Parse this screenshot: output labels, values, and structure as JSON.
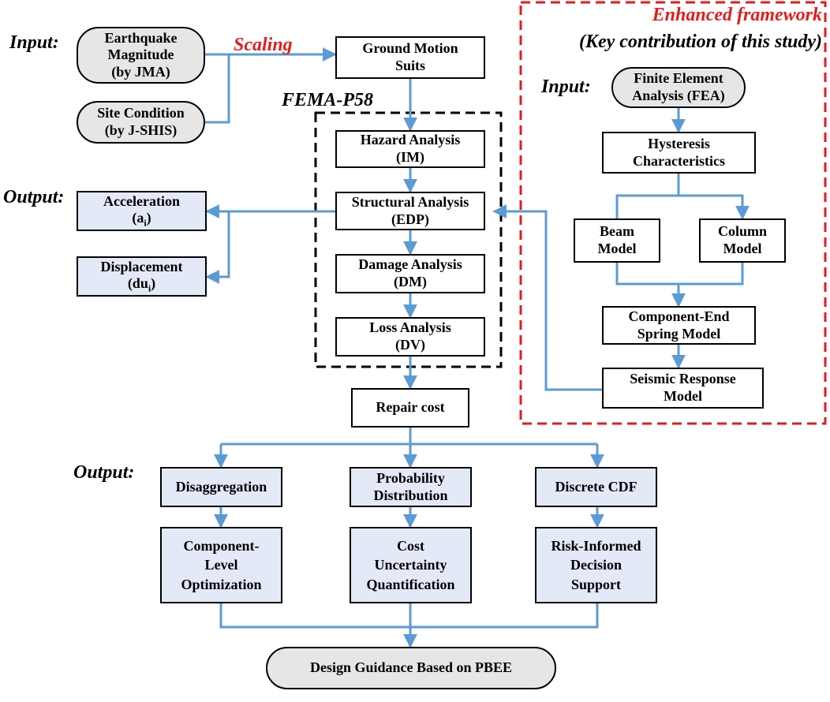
{
  "labels": {
    "input_left": "Input:",
    "output_mid": "Output:",
    "output_bottom": "Output:",
    "input_right": "Input:",
    "scaling": "Scaling",
    "fema": "FEMA-P58",
    "enhanced_title": "Enhanced framework",
    "enhanced_subtitle": "(Key contribution of this study)"
  },
  "nodes": {
    "earthquake": "Earthquake\nMagnitude\n(by JMA)",
    "site": "Site Condition\n(by J-SHIS)",
    "ground": "Ground Motion\nSuits",
    "hazard": "Hazard Analysis\n(IM)",
    "structural": "Structural Analysis\n(EDP)",
    "damage": "Damage Analysis\n(DM)",
    "loss": "Loss Analysis\n(DV)",
    "acceleration": {
      "main": "Acceleration",
      "line2": "(a",
      "sub": "i",
      "end": ")"
    },
    "displacement": {
      "main": "Displacement",
      "line2": "(du",
      "sub": "i",
      "end": ")"
    },
    "repair": "Repair cost",
    "disaggregation": "Disaggregation",
    "probability": "Probability\nDistribution",
    "discrete": "Discrete CDF",
    "component_level": "Component-\nLevel\nOptimization",
    "cost_uncertainty": "Cost\nUncertainty\nQuantification",
    "risk_informed": "Risk-Informed\nDecision\nSupport",
    "design_guidance": "Design Guidance Based on PBEE",
    "fea": "Finite Element\nAnalysis (FEA)",
    "hysteresis": "Hysteresis\nCharacteristics",
    "beam": "Beam\nModel",
    "column": "Column\nModel",
    "component_end": "Component-End\nSpring Model",
    "seismic": "Seismic Response\nModel"
  },
  "colors": {
    "arrow": "#5b9bd5",
    "red": "#e11d1d",
    "pill_fill": "#e6e6e6",
    "blue_fill": "#e3e9f6"
  }
}
